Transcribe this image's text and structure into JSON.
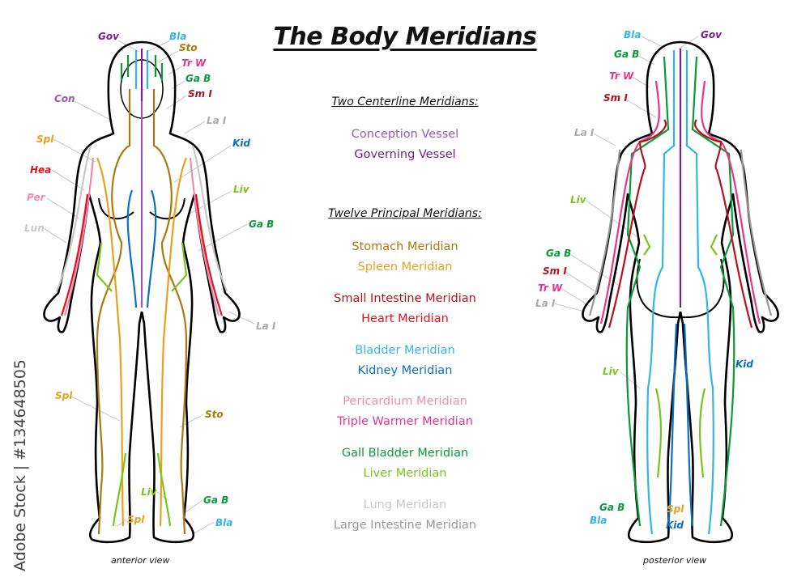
{
  "title": "The Body Meridians",
  "colors": {
    "gov": "#7b1f8a",
    "con": "#9b59b6",
    "bla": "#33b5e8",
    "kid": "#0a6fc2",
    "sto": "#a97a10",
    "spl": "#e8a020",
    "smi": "#b5121b",
    "hea": "#e5121b",
    "per": "#f08cb4",
    "trw": "#e8358a",
    "gab": "#0a9a3c",
    "liv": "#7cc21e",
    "lun": "#c8c8c8",
    "lai": "#999999"
  },
  "legend": {
    "centerline_header": "Two Centerline Meridians:",
    "centerline": [
      "Conception Vessel",
      "Governing Vessel"
    ],
    "principal_header": "Twelve Principal Meridians:",
    "principal": [
      "Stomach Meridian",
      "Spleen Meridian",
      "Small Intestine Meridian",
      "Heart Meridian",
      "Bladder Meridian",
      "Kidney Meridian",
      "Pericardium Meridian",
      "Triple Warmer Meridian",
      "Gall Bladder Meridian",
      "Liver Meridian",
      "Lung Meridian",
      "Large Intestine Meridian"
    ]
  },
  "anterior": {
    "caption": "anterior view",
    "labels": [
      "Gov",
      "Bla",
      "Sto",
      "Tr W",
      "Ga B",
      "Sm I",
      "Con",
      "La I",
      "Spl",
      "Kid",
      "Hea",
      "Liv",
      "Per",
      "Ga B",
      "Lun",
      "La I",
      "Spl",
      "Sto",
      "Liv",
      "Ga B",
      "Spl",
      "Bla"
    ]
  },
  "posterior": {
    "caption": "posterior view",
    "labels": [
      "Bla",
      "Gov",
      "Ga B",
      "Tr W",
      "Sm I",
      "La I",
      "Liv",
      "Ga B",
      "Sm I",
      "Tr W",
      "La I",
      "Liv",
      "Kid",
      "Ga B",
      "Spl",
      "Bla",
      "Kid"
    ]
  },
  "watermark": "Adobe Stock | #134648505"
}
